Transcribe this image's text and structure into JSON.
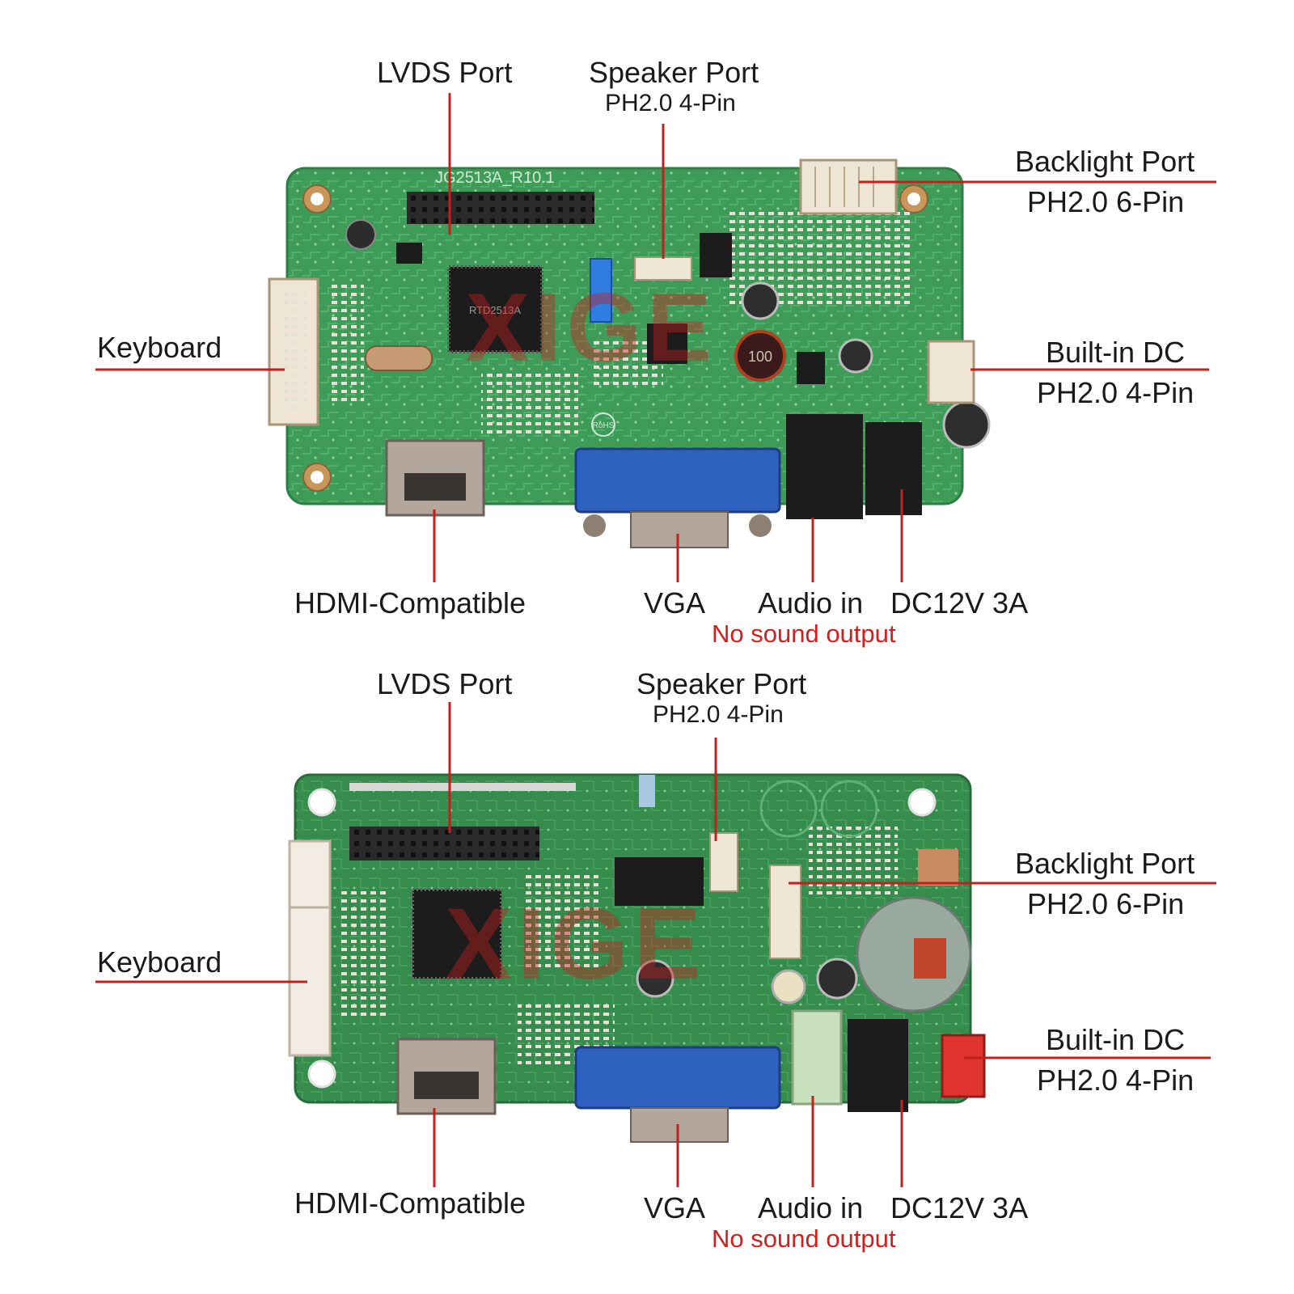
{
  "boards": [
    {
      "board_print": "JG2513A_R10.1",
      "chip_print": "RTD2513A",
      "rohs": "RoHS",
      "inductor_print": "100",
      "watermark": "XIGE",
      "labels": {
        "lvds": "LVDS Port",
        "speaker": "Speaker Port",
        "speaker_sub": "PH2.0 4-Pin",
        "backlight": "Backlight Port",
        "backlight_sub": "PH2.0 6-Pin",
        "keyboard": "Keyboard",
        "builtin_dc": "Built-in DC",
        "builtin_dc_sub": "PH2.0 4-Pin",
        "hdmi": "HDMI-Compatible",
        "vga": "VGA",
        "audio": "Audio in",
        "dc": "DC12V 3A",
        "note": "No sound output"
      }
    },
    {
      "watermark": "XIGE",
      "labels": {
        "lvds": "LVDS Port",
        "speaker": "Speaker Port",
        "speaker_sub": "PH2.0 4-Pin",
        "backlight": "Backlight Port",
        "backlight_sub": "PH2.0 6-Pin",
        "keyboard": "Keyboard",
        "builtin_dc": "Built-in DC",
        "builtin_dc_sub": "PH2.0 4-Pin",
        "hdmi": "HDMI-Compatible",
        "vga": "VGA",
        "audio": "Audio in",
        "dc": "DC12V 3A",
        "note": "No sound output"
      }
    }
  ],
  "colors": {
    "pcb": "#3c9a56",
    "pcb_dark": "#2f7f45",
    "leader": "#c0201e",
    "vga_blue": "#2f62c0",
    "note_red": "#d0201e"
  }
}
